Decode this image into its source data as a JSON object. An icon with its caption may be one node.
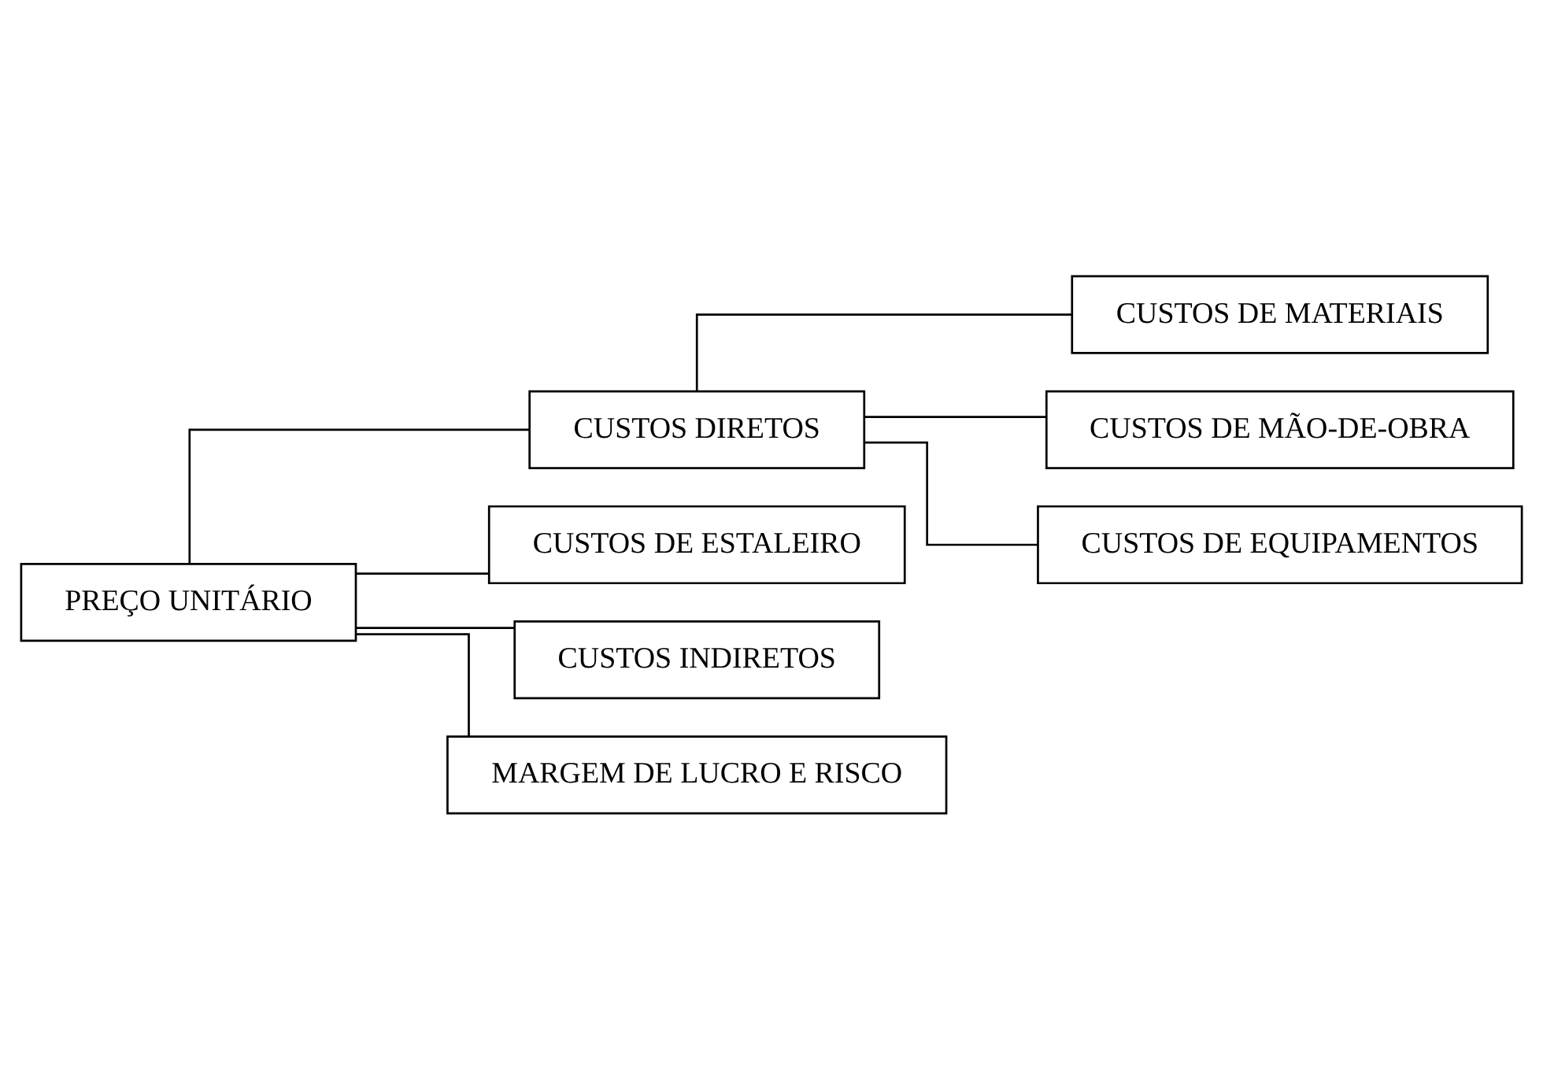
{
  "diagram": {
    "nodes": [
      {
        "text": [
          "PREÇO UNITÁRIO"
        ]
      },
      {
        "text": [
          "CUSTOS DIRETOS"
        ]
      },
      {
        "text": [
          "CUSTOS DE MATERIAIS"
        ]
      },
      {
        "text": [
          "CUSTOS DE MÃO-DE-OBRA"
        ]
      },
      {
        "text": [
          "CUSTOS DE EQUIPAMENTOS"
        ]
      },
      {
        "text": [
          "CUSTOS DE ESTALEIRO"
        ]
      },
      {
        "text": [
          "CUSTOS INDIRETOS"
        ]
      },
      {
        "text": [
          "MARGEM DE LUCRO E RISCO"
        ]
      }
    ],
    "edges": [
      {
        "from": 0,
        "to": 1,
        "arrow": "none"
      },
      {
        "from": 1,
        "to": 2,
        "arrow": "none"
      },
      {
        "from": 1,
        "to": 3,
        "arrow": "none"
      },
      {
        "from": 1,
        "to": 4,
        "arrow": "none"
      },
      {
        "from": 0,
        "to": 5,
        "arrow": "none"
      },
      {
        "from": 0,
        "to": 6,
        "arrow": "none"
      },
      {
        "from": 0,
        "to": 7,
        "arrow": "none"
      }
    ]
  }
}
